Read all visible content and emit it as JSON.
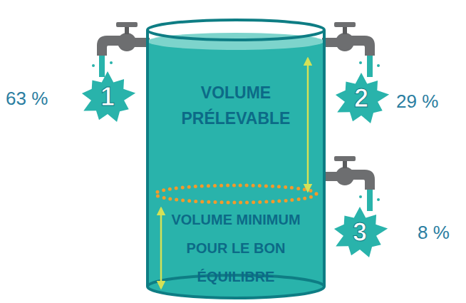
{
  "diagram": {
    "nodes": [
      {
        "text": [
          "1"
        ]
      },
      {
        "text": [
          "VOLUME PRÉLEVABLE",
          "VOLUME MINIMUM POUR LE BON ÉQUILIBRE"
        ]
      },
      {
        "text": [
          "2"
        ]
      },
      {
        "text": [
          "3"
        ]
      }
    ],
    "labels": [
      "63 %",
      "29 %",
      "8 %"
    ]
  }
}
